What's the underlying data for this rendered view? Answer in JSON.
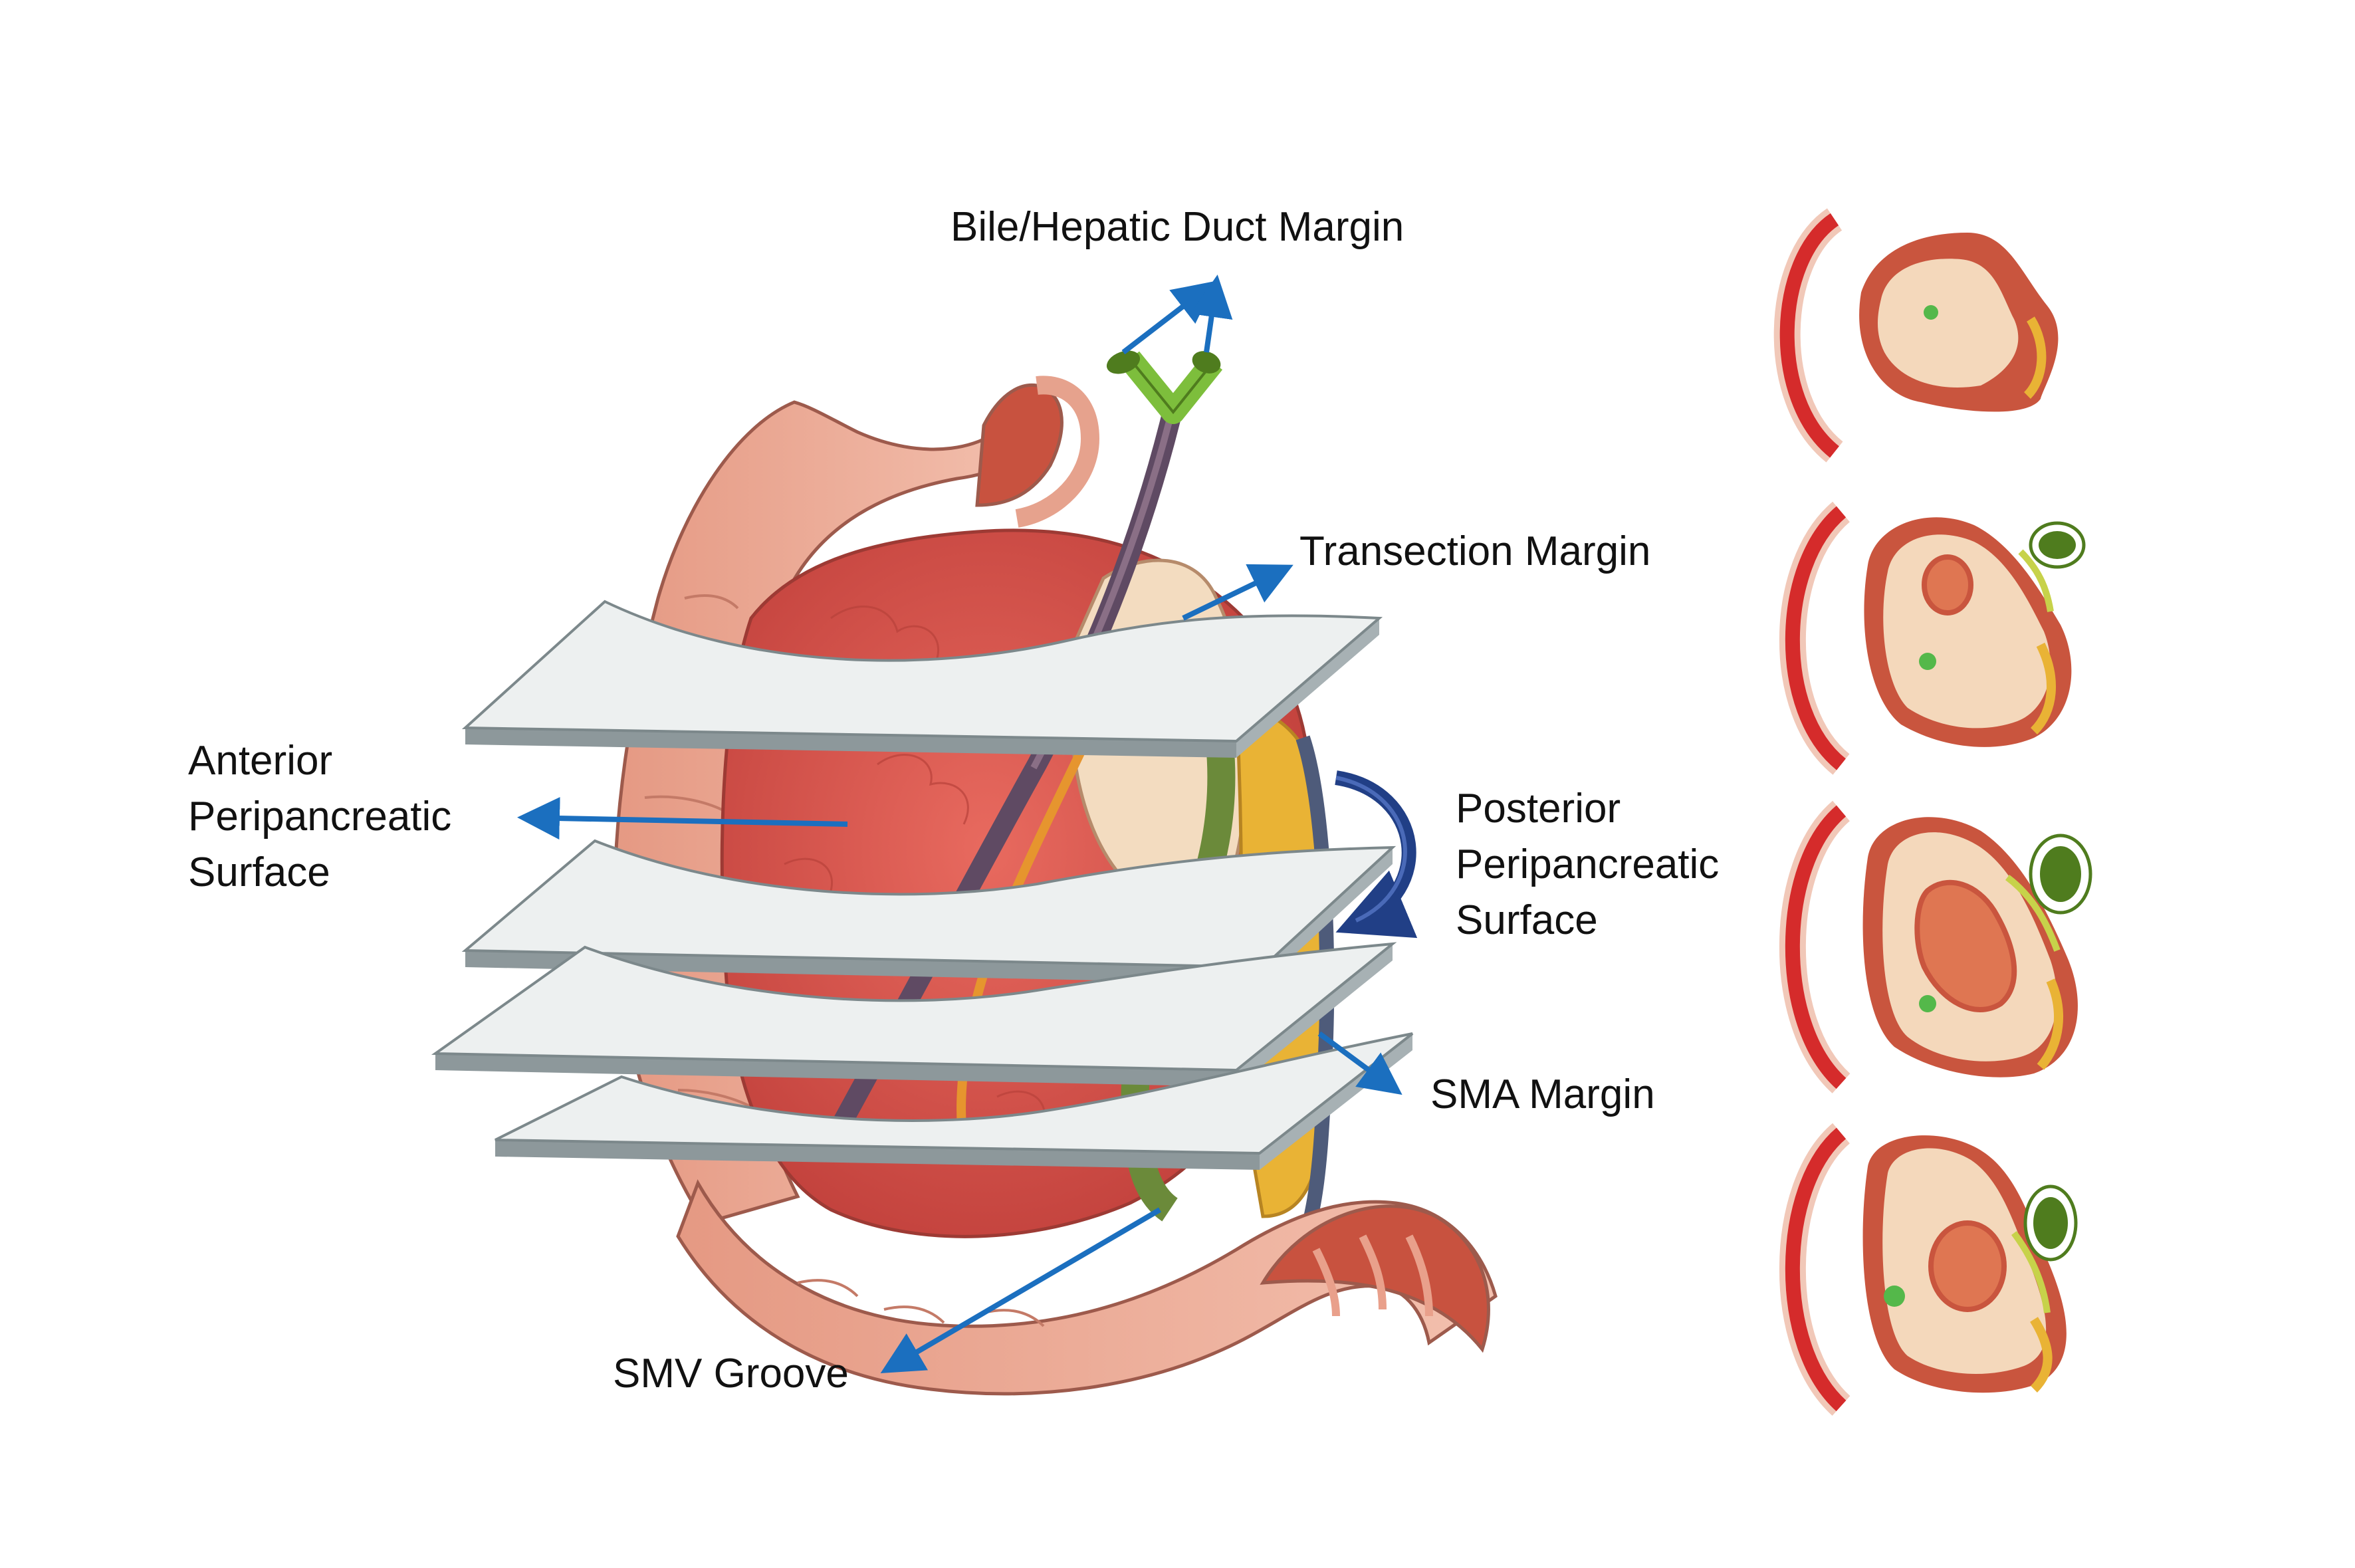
{
  "labels": {
    "bile_duct": "Bile/Hepatic Duct Margin",
    "transection": "Transection Margin",
    "anterior": [
      "Anterior",
      "Peripancreatic",
      "Surface"
    ],
    "posterior": [
      "Posterior",
      "Peripancreatic",
      "Surface"
    ],
    "sma": "SMA Margin",
    "smv": "SMV Groove"
  },
  "colors": {
    "arrow": "#1b6fbf",
    "curved_arrow": "#213f86",
    "plane_top": "#edf0f0",
    "plane_edge": "#8d989b",
    "duodenum": "#eaa48e",
    "duodenum_inner": "#c8523f",
    "pancreas_head": "#d9564e",
    "pancreas_cut": "#f3dcc0",
    "fat": "#e9b335",
    "bile_duct": "#5f4a63",
    "duct_green": "#7dbe3c",
    "vein": "#6b8a3a",
    "cs_duodenum_wall": "#d52b2b",
    "cs_rim": "#c9553e",
    "cs_tissue": "#f4d8bb",
    "cs_tumor": "#df7652",
    "cs_green_dot": "#54b84a",
    "cs_vessel": "#4f7c1e"
  }
}
